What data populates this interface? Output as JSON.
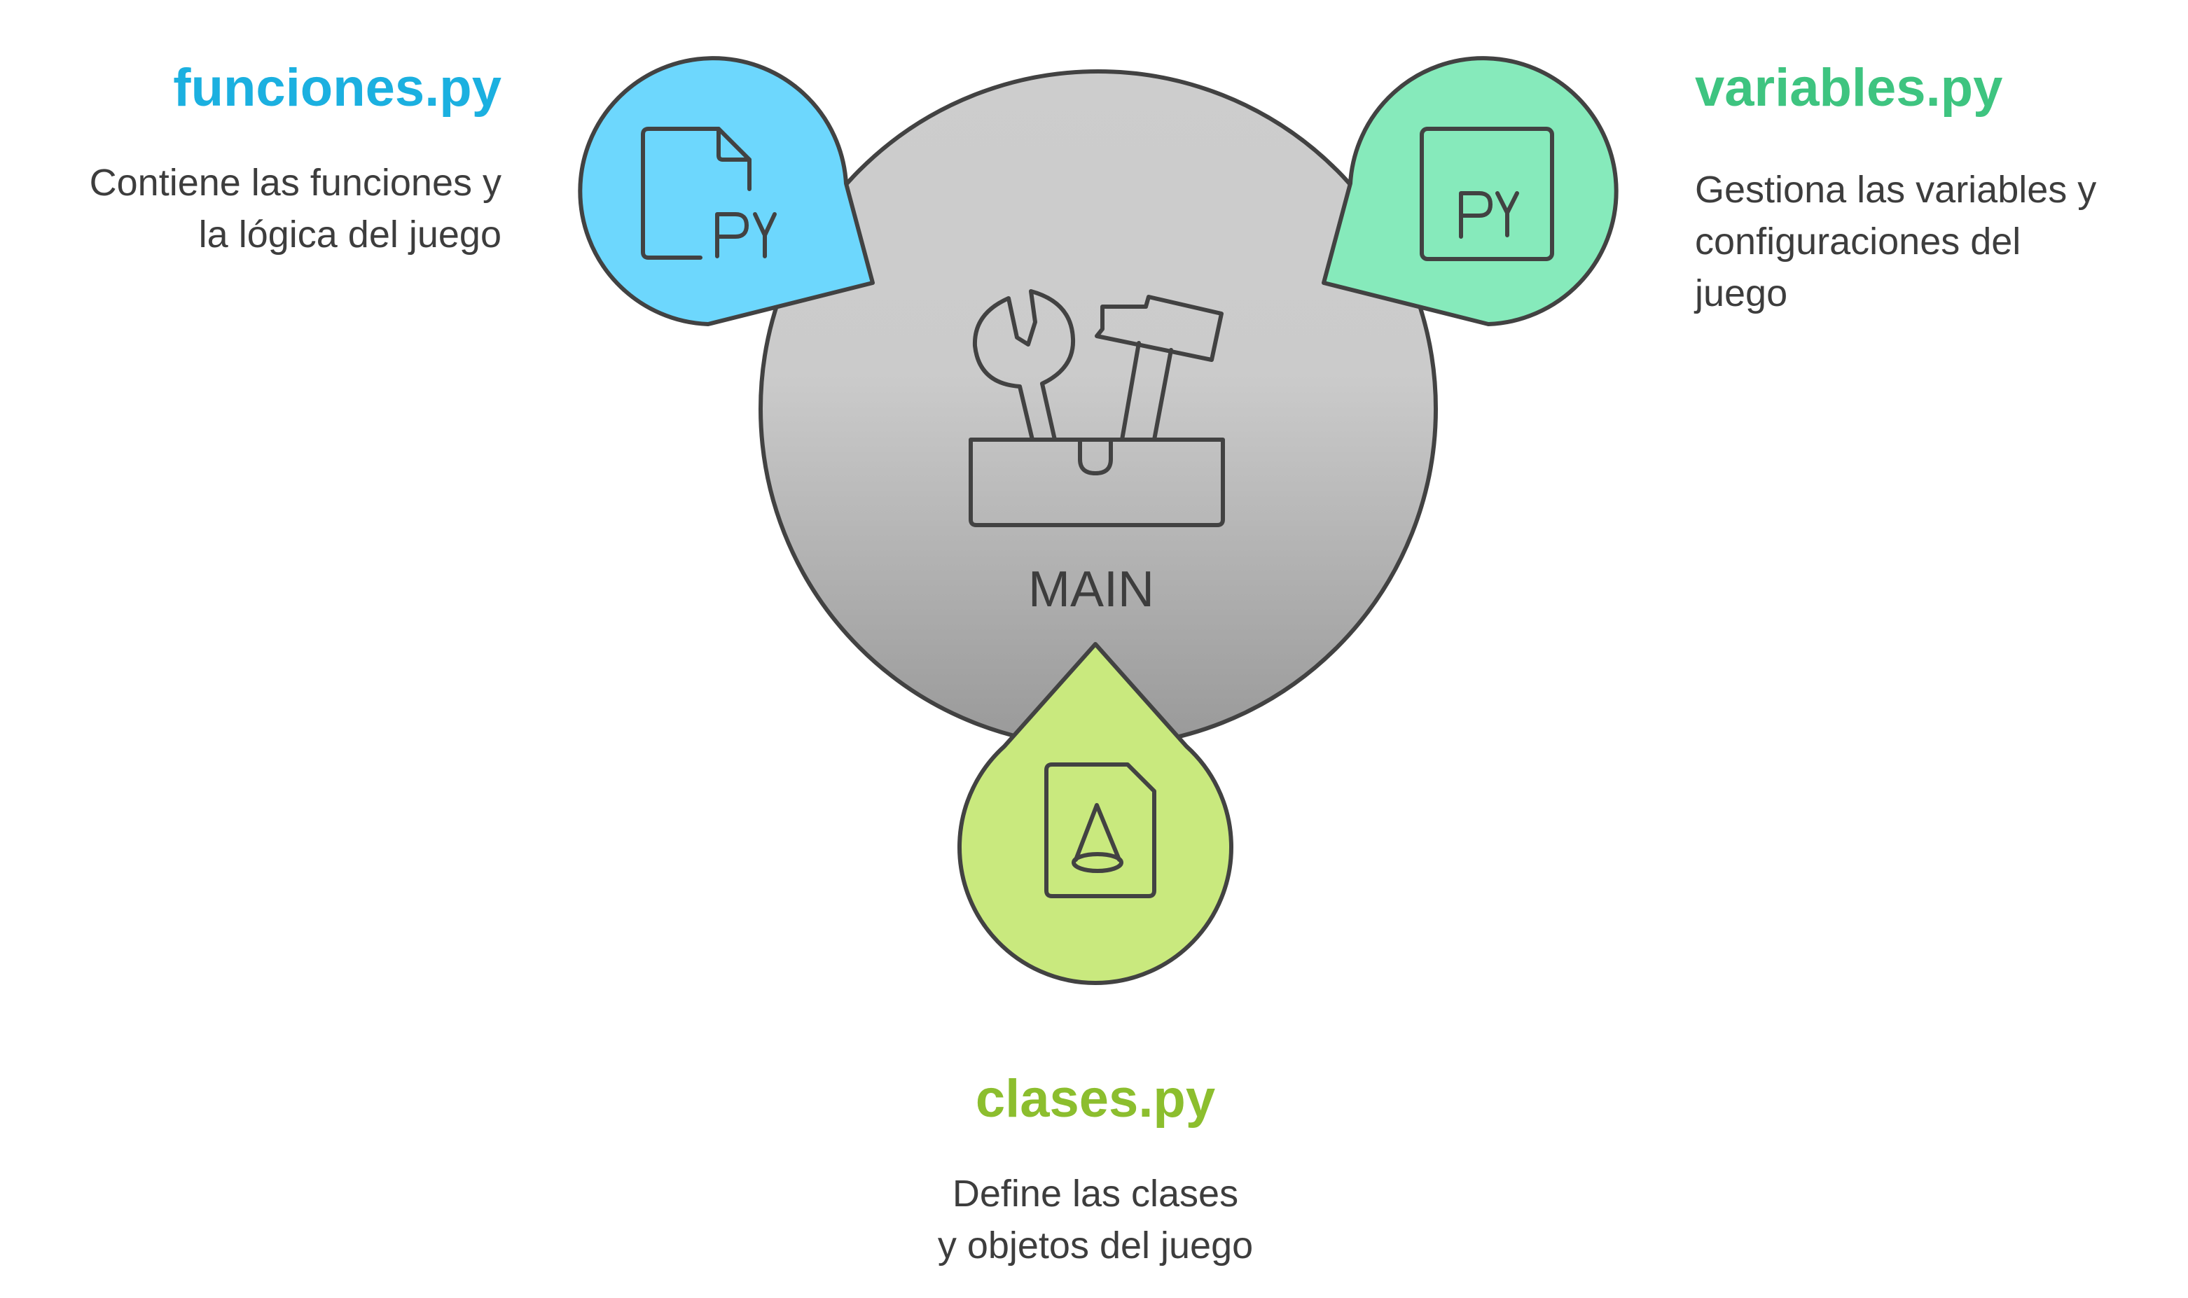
{
  "center": {
    "label": "MAIN",
    "icon": "toolbox-icon"
  },
  "nodes": [
    {
      "id": "funciones",
      "title": "funciones.py",
      "description_lines": [
        "Contiene las funciones y",
        "la lógica del juego"
      ],
      "color": "#1bb0e0",
      "fill": "#6dd7fd",
      "icon": "python-file-icon"
    },
    {
      "id": "variables",
      "title": "variables.py",
      "description_lines": [
        "Gestiona las variables y",
        "configuraciones del",
        "juego"
      ],
      "color": "#3ec480",
      "fill": "#86eabb",
      "icon": "python-box-icon"
    },
    {
      "id": "clases",
      "title": "clases.py",
      "description_lines": [
        "Define las clases",
        "y objetos del juego"
      ],
      "color": "#8cbe2e",
      "fill": "#c9e97e",
      "icon": "class-document-icon"
    }
  ],
  "colors": {
    "outline": "#424242",
    "center_top": "#cdcdcd",
    "center_bottom": "#9a9a9a",
    "text": "#3d3d3d"
  }
}
